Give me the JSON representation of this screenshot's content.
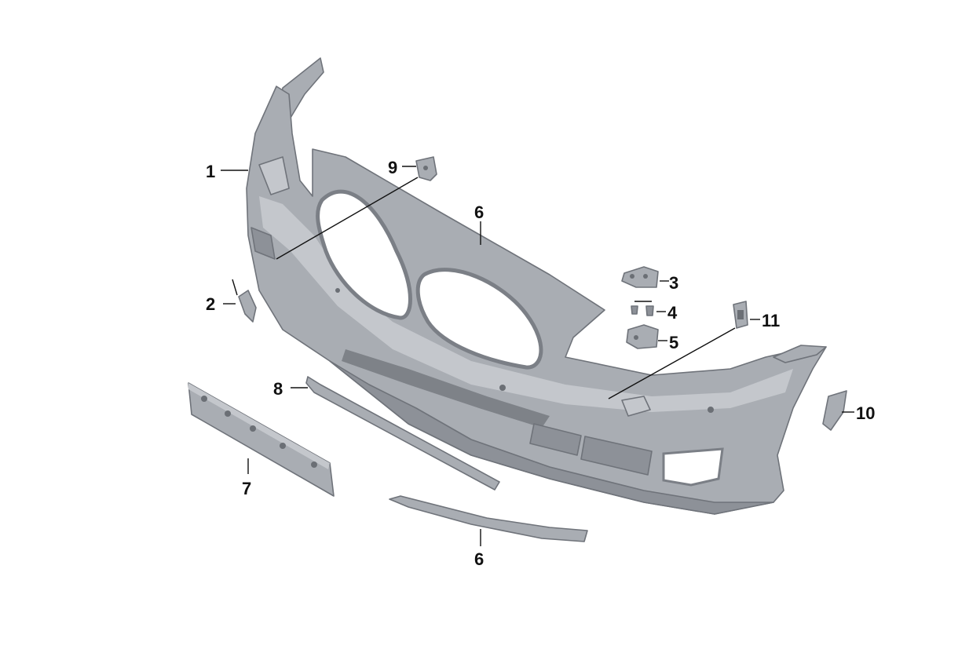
{
  "diagram": {
    "callouts": [
      {
        "id": "c1",
        "label": "1"
      },
      {
        "id": "c2",
        "label": "2"
      },
      {
        "id": "c3",
        "label": "3"
      },
      {
        "id": "c4",
        "label": "4"
      },
      {
        "id": "c5",
        "label": "5"
      },
      {
        "id": "c6a",
        "label": "6"
      },
      {
        "id": "c6b",
        "label": "6"
      },
      {
        "id": "c7",
        "label": "7"
      },
      {
        "id": "c8",
        "label": "8"
      },
      {
        "id": "c9",
        "label": "9"
      },
      {
        "id": "c10",
        "label": "10"
      },
      {
        "id": "c11",
        "label": "11"
      }
    ]
  },
  "colors": {
    "part_fill": "#a9adb3",
    "part_shadow": "#8d9198",
    "part_highlight": "#c4c7cc",
    "outline": "#6f737a",
    "label": "#111111",
    "background": "#ffffff"
  }
}
